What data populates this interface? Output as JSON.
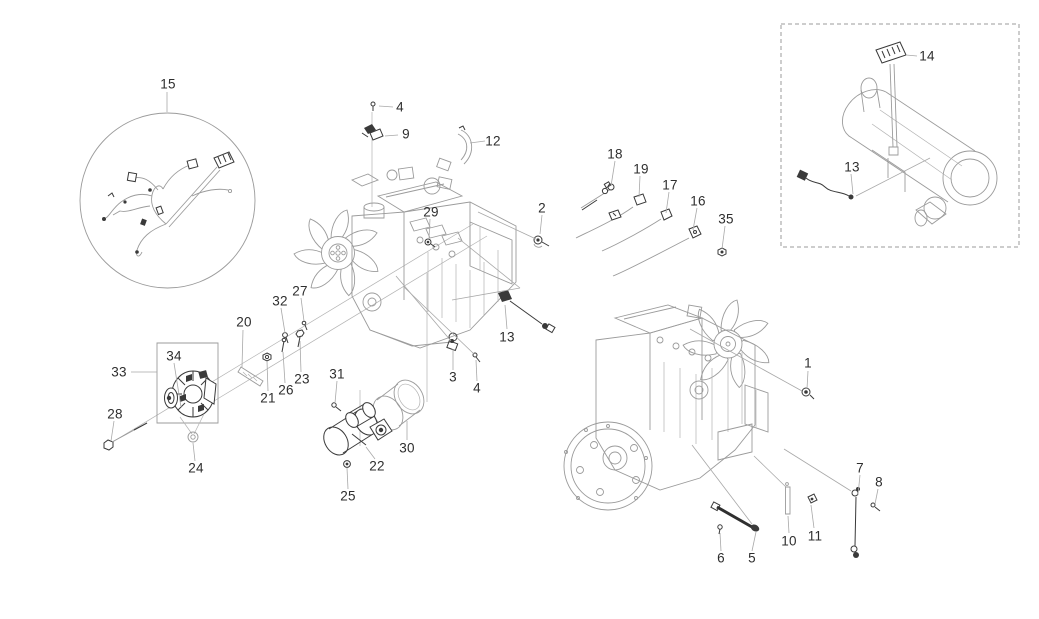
{
  "callouts": {
    "c1": "1",
    "c2": "2",
    "c3": "3",
    "c4": "4",
    "c5": "5",
    "c6": "6",
    "c7": "7",
    "c8": "8",
    "c9": "9",
    "c10": "10",
    "c11": "11",
    "c12": "12",
    "c13": "13",
    "c14": "14",
    "c15": "15",
    "c16": "16",
    "c17": "17",
    "c18": "18",
    "c19": "19",
    "c20": "20",
    "c21": "21",
    "c22": "22",
    "c23": "23",
    "c24": "24",
    "c25": "25",
    "c26": "26",
    "c27": "27",
    "c28": "28",
    "c29": "29",
    "c30": "30",
    "c31": "31",
    "c32": "32",
    "c33": "33",
    "c34": "34",
    "c35": "35"
  },
  "colors": {
    "background": "#ffffff",
    "line": "#9b9b9b",
    "dark_part": "#3a3a3a",
    "label_text": "#2e2e2e",
    "dashed_box_border": "#9b9b9b"
  }
}
